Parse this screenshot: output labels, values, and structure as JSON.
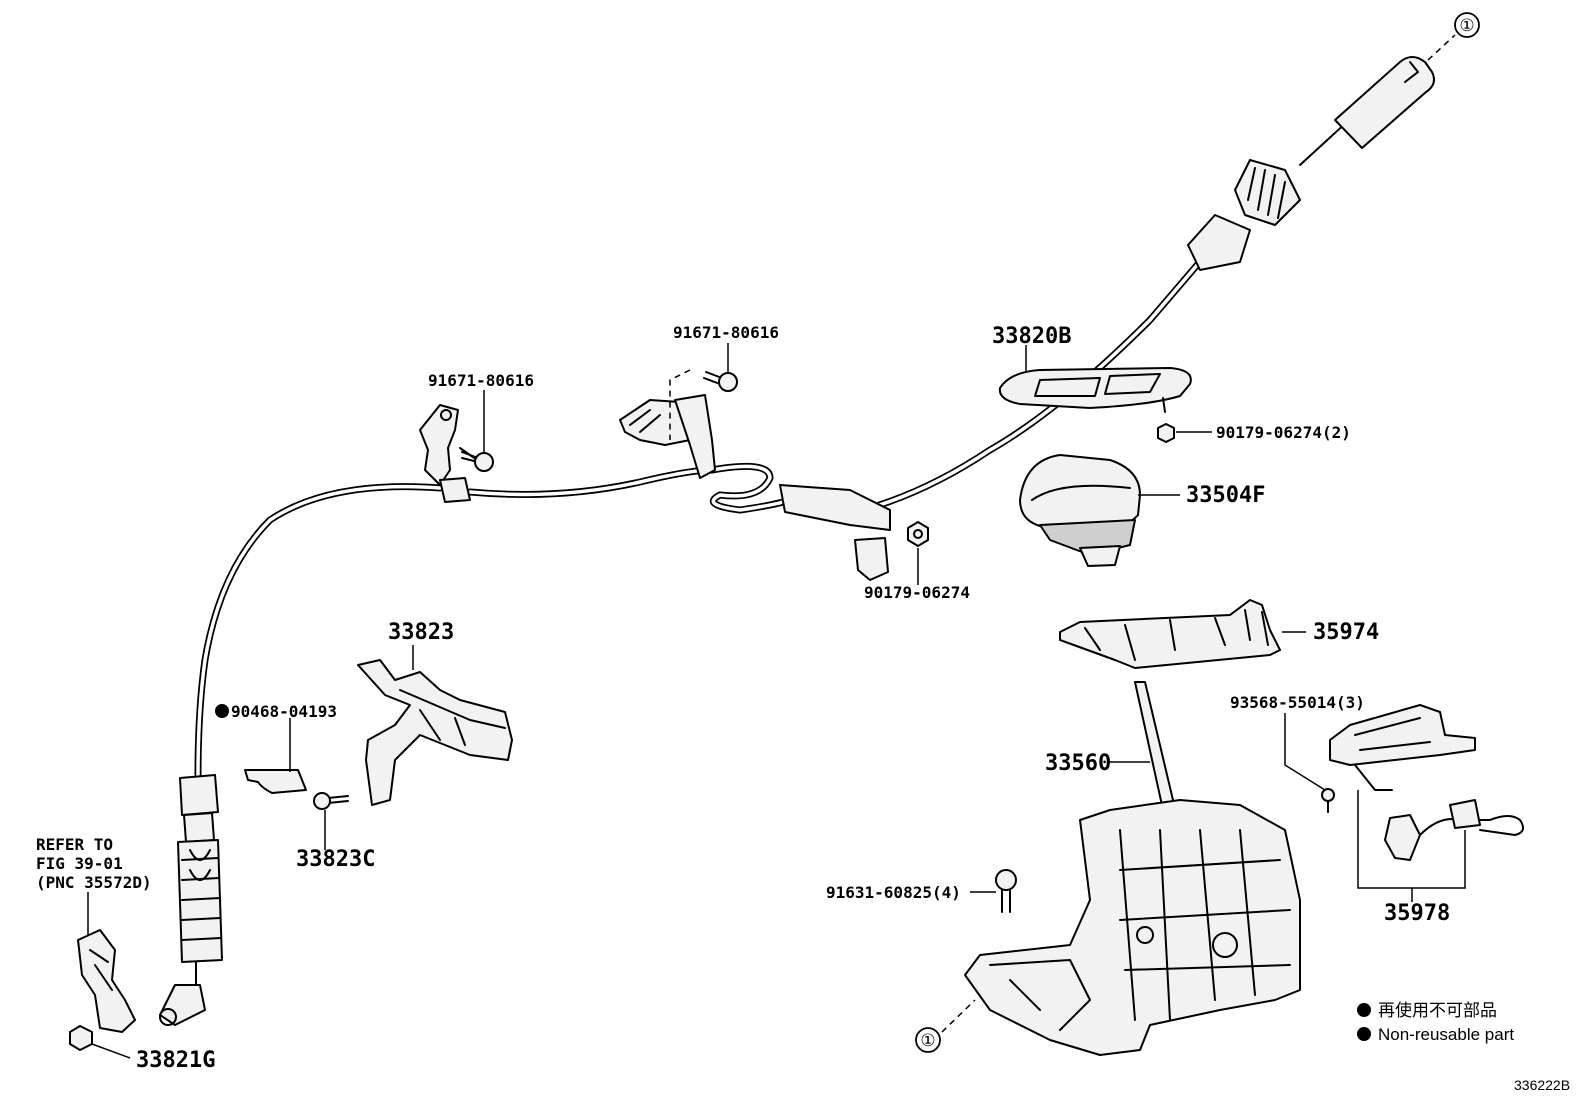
{
  "callout_marker": "①",
  "labels": {
    "p33820B": "33820B",
    "p91671_top": "91671-80616",
    "p91671_left": "91671-80616",
    "p90179_2": "90179-06274(2)",
    "p33504F": "33504F",
    "p90179": "90179-06274",
    "p33823": "33823",
    "p35974": "35974",
    "p90468": "90468-04193",
    "p93568": "93568-55014(3)",
    "p33560": "33560",
    "p33823C": "33823C",
    "p91631": "91631-60825(4)",
    "p35978": "35978",
    "p33821G": "33821G"
  },
  "refer": {
    "line1": "REFER TO",
    "line2": "FIG 39-01",
    "line3": "(PNC 35572D)"
  },
  "legend": {
    "jp": "再使用不可部品",
    "en": "Non-reusable part"
  },
  "diagram_code": "336222B"
}
